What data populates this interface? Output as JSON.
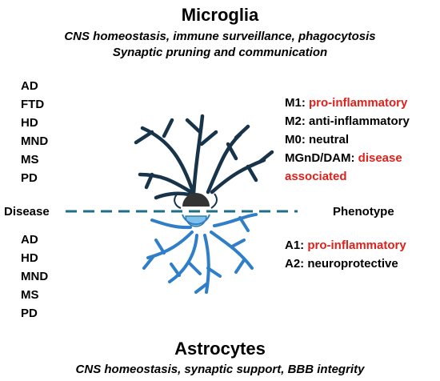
{
  "microglia": {
    "title": "Microglia",
    "subtitle_1": "CNS homeostasis, immune surveillance, phagocytosis",
    "subtitle_2": "Synaptic pruning and communication",
    "diseases": [
      "AD",
      "FTD",
      "HD",
      "MND",
      "MS",
      "PD"
    ],
    "phenotypes": [
      {
        "prefix": "M1: ",
        "desc": "pro-inflammatory",
        "highlight": true
      },
      {
        "prefix": "M2: ",
        "desc": "anti-inflammatory",
        "highlight": false
      },
      {
        "prefix": "M0: ",
        "desc": "neutral",
        "highlight": false
      },
      {
        "prefix": "MGnD/DAM: ",
        "desc": "disease",
        "highlight": true
      },
      {
        "prefix": "",
        "desc": "associated",
        "highlight": true
      }
    ],
    "color": "#17344a"
  },
  "divider": {
    "left_label": "Disease",
    "right_label": "Phenotype",
    "color": "#1f6e86"
  },
  "astrocytes": {
    "title": "Astrocytes",
    "subtitle": "CNS homeostasis, synaptic support, BBB integrity",
    "diseases": [
      "AD",
      "HD",
      "MND",
      "MS",
      "PD"
    ],
    "phenotypes": [
      {
        "prefix": "A1: ",
        "desc": "pro-inflammatory",
        "highlight": true
      },
      {
        "prefix": "A2: ",
        "desc": "neuroprotective",
        "highlight": false
      }
    ],
    "color": "#2f7ec8"
  },
  "colors": {
    "highlight_red": "#e0201b",
    "microglia_nucleus": "#333333",
    "astrocyte_nucleus": "#7dc2ec"
  }
}
